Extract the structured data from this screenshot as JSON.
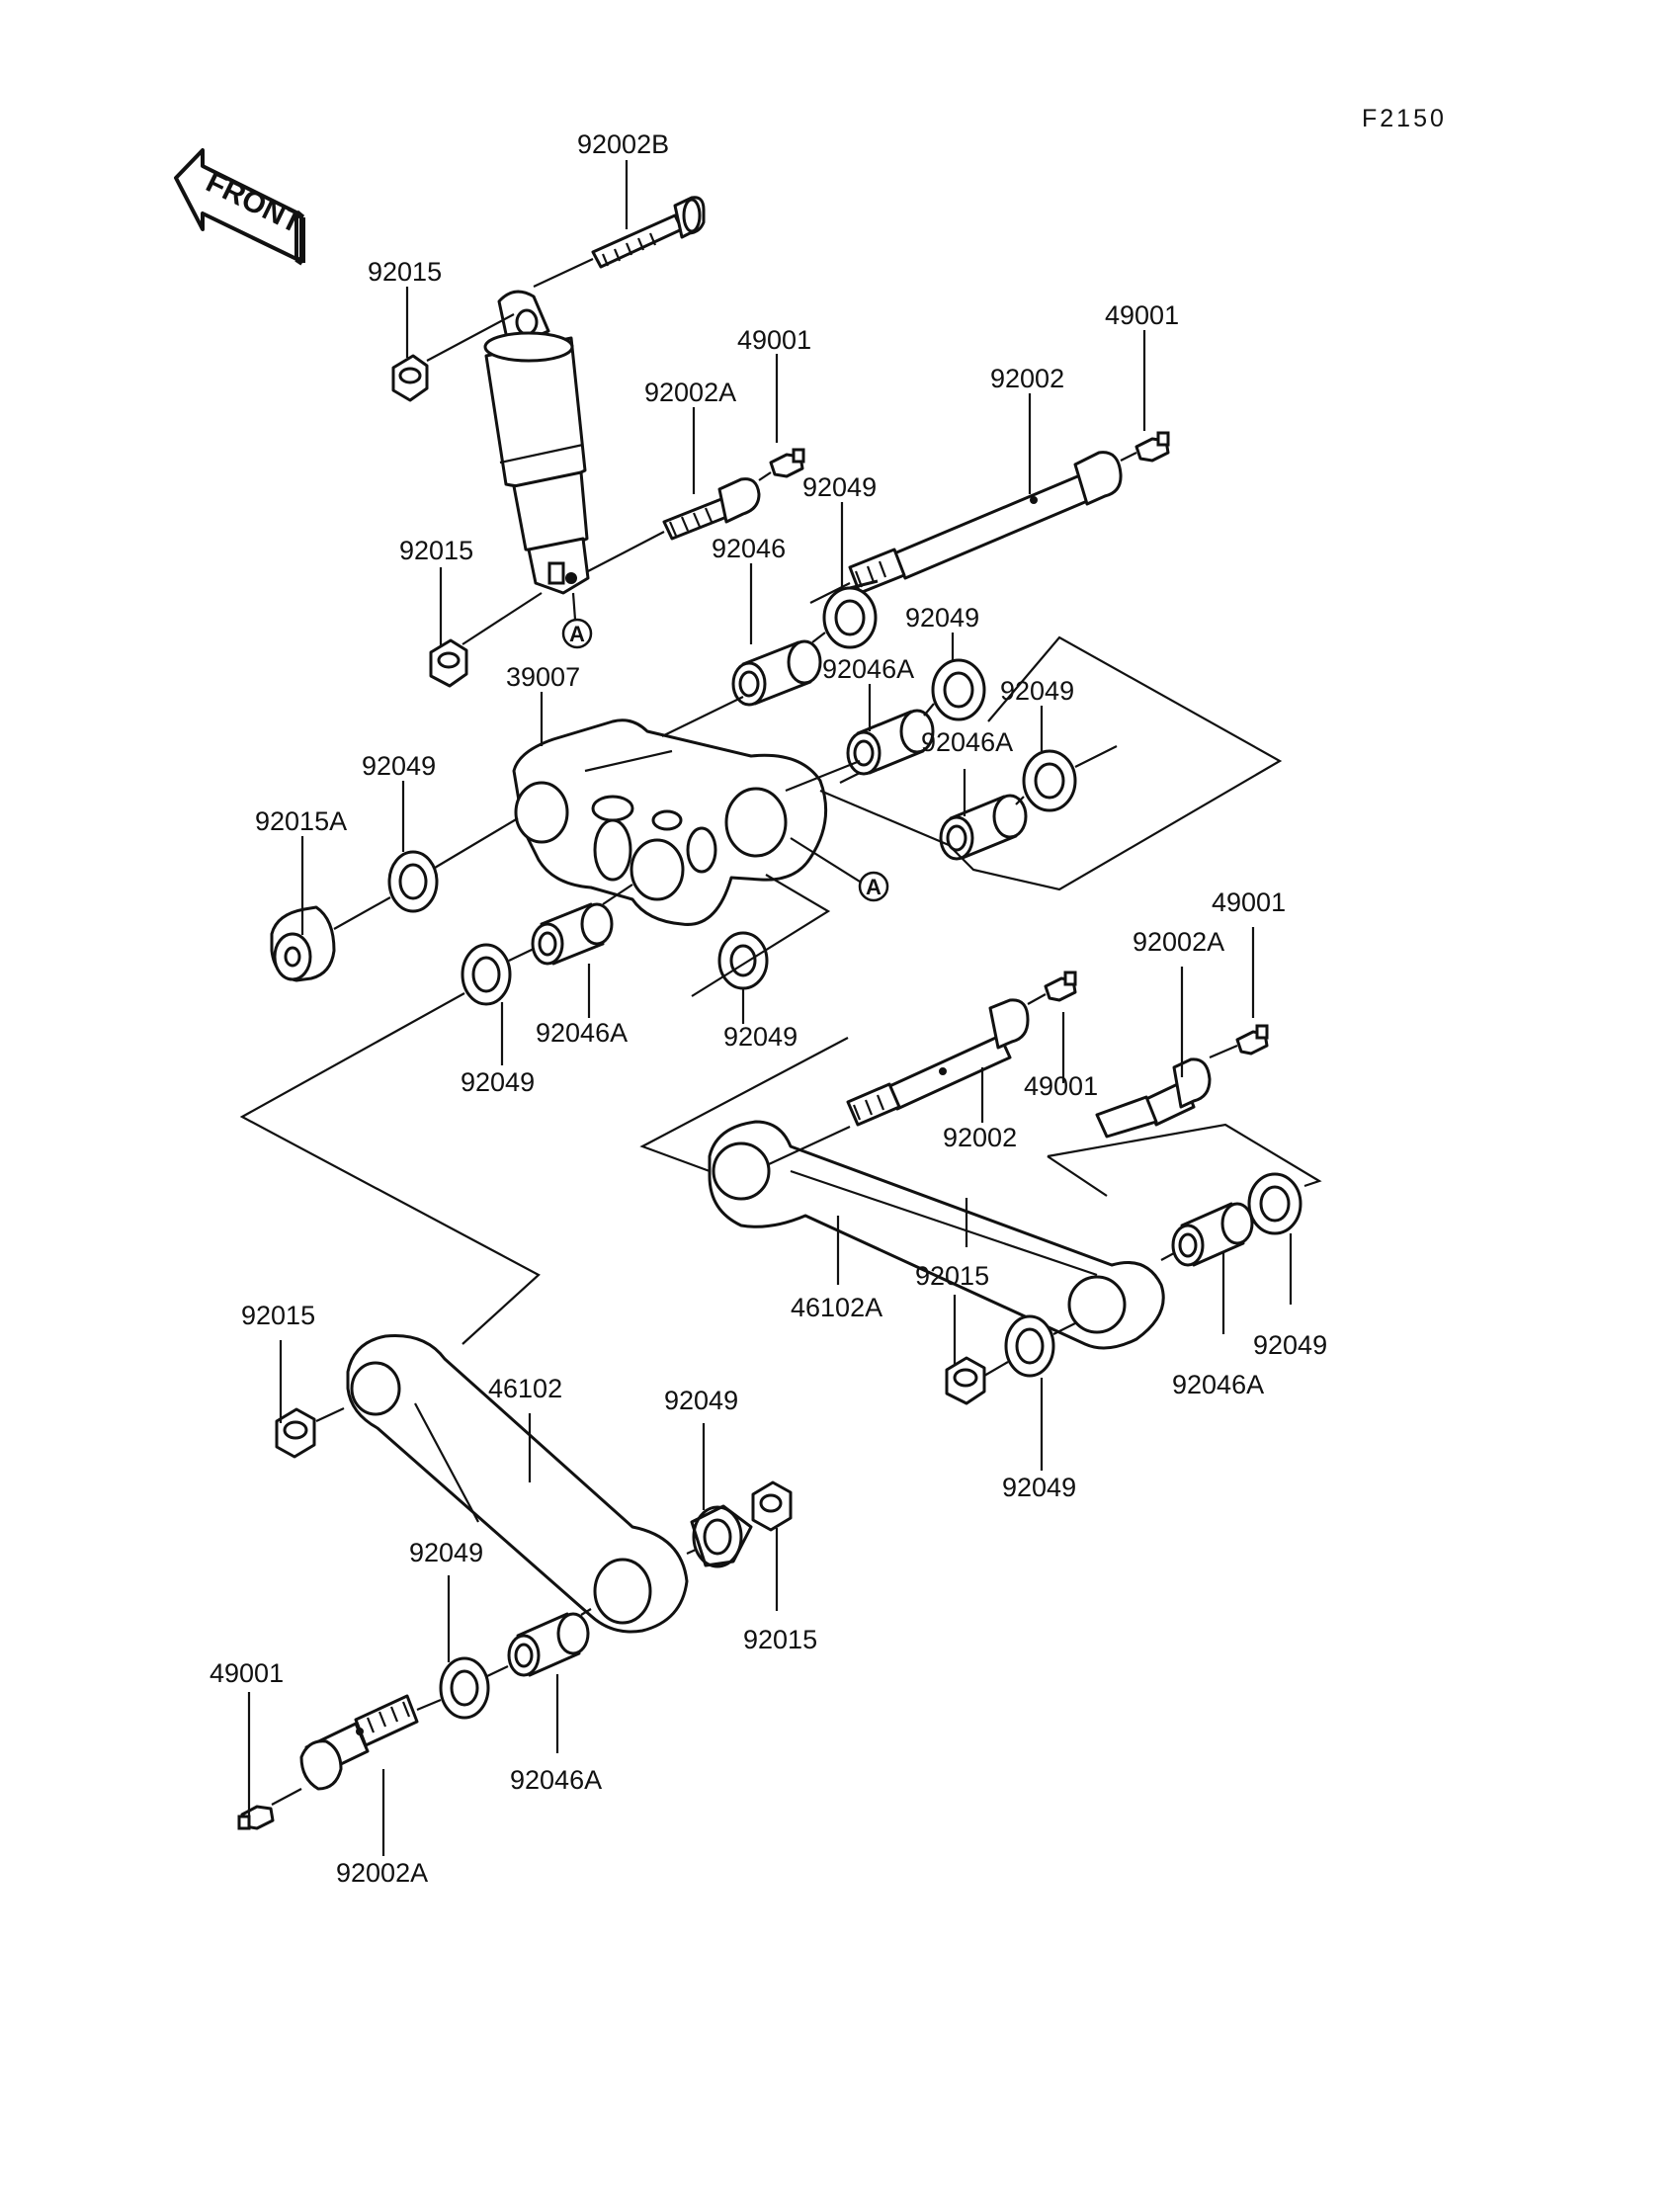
{
  "figure_code": "F2150",
  "front_label": "FRONT",
  "callout": "A",
  "labels": {
    "p92002B": "92002B",
    "p92015_top": "92015",
    "p49001_a": "49001",
    "p92002A_a": "92002A",
    "p49001_b": "49001",
    "p92002_a": "92002",
    "p92049_a": "92049",
    "p92015_mid": "92015",
    "p92046": "92046",
    "p92049_b": "92049",
    "p92046A_a": "92046A",
    "p92049_c": "92049",
    "p39007": "39007",
    "p92046A_b": "92046A",
    "p92049_d": "92049",
    "p92015A": "92015A",
    "p92046A_c": "92046A",
    "p92049_e": "92049",
    "p92049_f": "92049",
    "p49001_c": "49001",
    "p92002A_b": "92002A",
    "p49001_d": "49001",
    "p92002_b": "92002",
    "p92015_r": "92015",
    "p46102A": "46102A",
    "p92049_g": "92049",
    "p92046A_d": "92046A",
    "p92049_h": "92049",
    "p92015_l": "92015",
    "p46102": "46102",
    "p92049_i": "92049",
    "p92049_j": "92049",
    "p92015_b": "92015",
    "p49001_e": "49001",
    "p92046A_e": "92046A",
    "p92002A_c": "92002A"
  }
}
